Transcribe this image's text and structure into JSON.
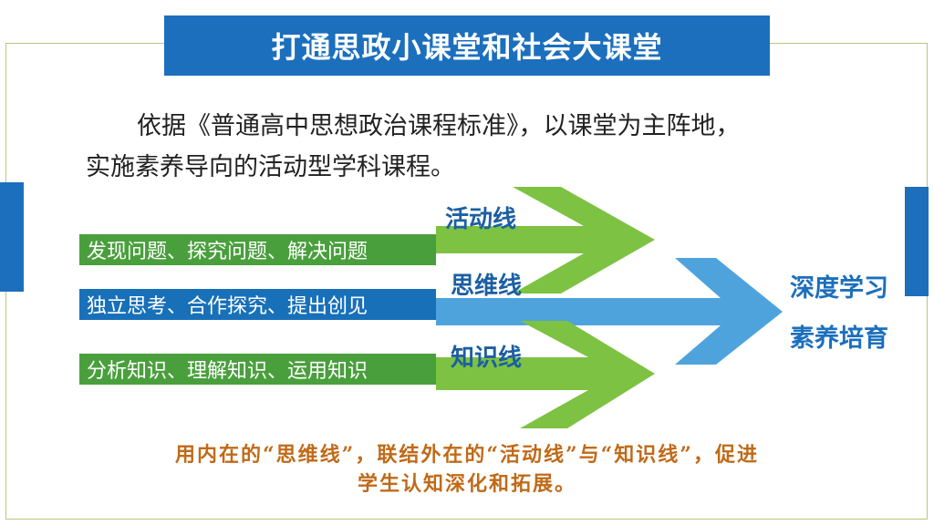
{
  "title": "打通思政小课堂和社会大课堂",
  "intro": {
    "line1": "依据《普通高中思想政治课程标准》，以课堂为主阵地，",
    "line2": "实施素养导向的活动型学科课程。"
  },
  "bars": [
    {
      "text": "发现问题、探究问题、解决问题",
      "color": "#4a9f3d"
    },
    {
      "text": "独立思考、合作探究、提出创见",
      "color": "#1870b9"
    },
    {
      "text": "分析知识、理解知识、运用知识",
      "color": "#4a9f3d"
    }
  ],
  "arrow_labels": [
    "活动线",
    "思维线",
    "知识线"
  ],
  "results": [
    "深度学习",
    "素养培育"
  ],
  "conclusion": {
    "line1": "用内在的“思维线”，联结外在的“活动线”与“知识线”，促进",
    "line2": "学生认知深化和拓展。"
  },
  "colors": {
    "brand_blue": "#1b6fbd",
    "arrow_green": "#7dc242",
    "arrow_blue": "#4fa3dc",
    "conclusion_orange": "#c06a18"
  }
}
